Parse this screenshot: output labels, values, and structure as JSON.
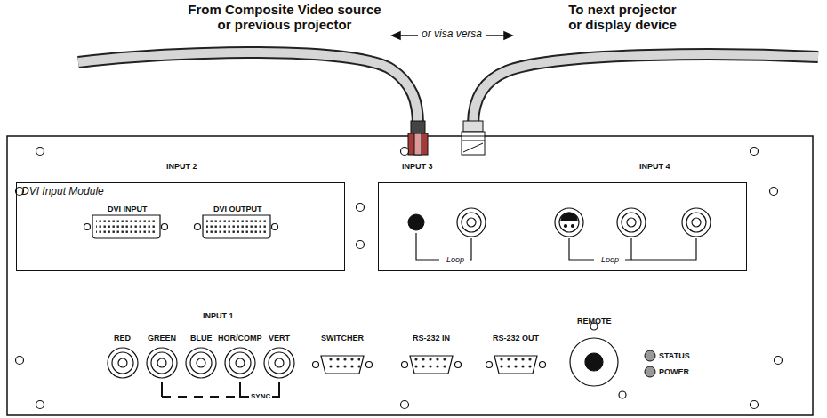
{
  "diagram": {
    "nodes": [
      {
        "text": [
          "INPUT 2",
          "DVI Input Module",
          "DVI INPUT",
          "DVI OUTPUT"
        ]
      },
      {
        "text": [
          "INPUT 3",
          "INPUT 4",
          "Loop",
          "Loop"
        ]
      }
    ],
    "labels": [
      "From Composite Video source or previous projector",
      "or visa versa",
      "To next projector or display device",
      "INPUT 1",
      "RED",
      "GREEN",
      "BLUE",
      "HOR/COMP",
      "VERT",
      "SYNC",
      "SWITCHER",
      "RS-232 IN",
      "RS-232 OUT",
      "REMOTE",
      "STATUS",
      "POWER"
    ]
  }
}
